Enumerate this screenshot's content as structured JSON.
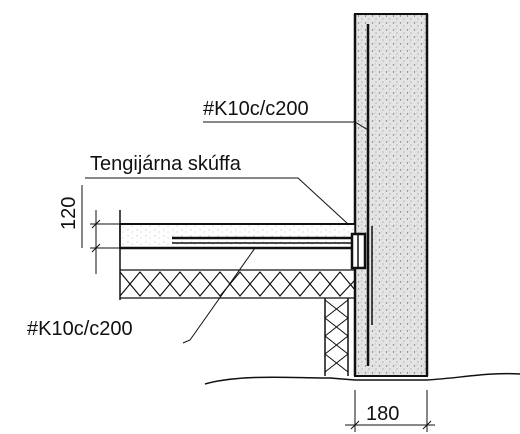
{
  "labels": {
    "wall_rebar": "#K10c/c200",
    "connector": "Tengijárna skúffa",
    "slab_rebar": "#K10c/c200",
    "slab_thickness": "120",
    "wall_thickness": "180"
  },
  "colors": {
    "line": "#111111",
    "concrete": "#dcdcdc",
    "background": "#ffffff"
  }
}
